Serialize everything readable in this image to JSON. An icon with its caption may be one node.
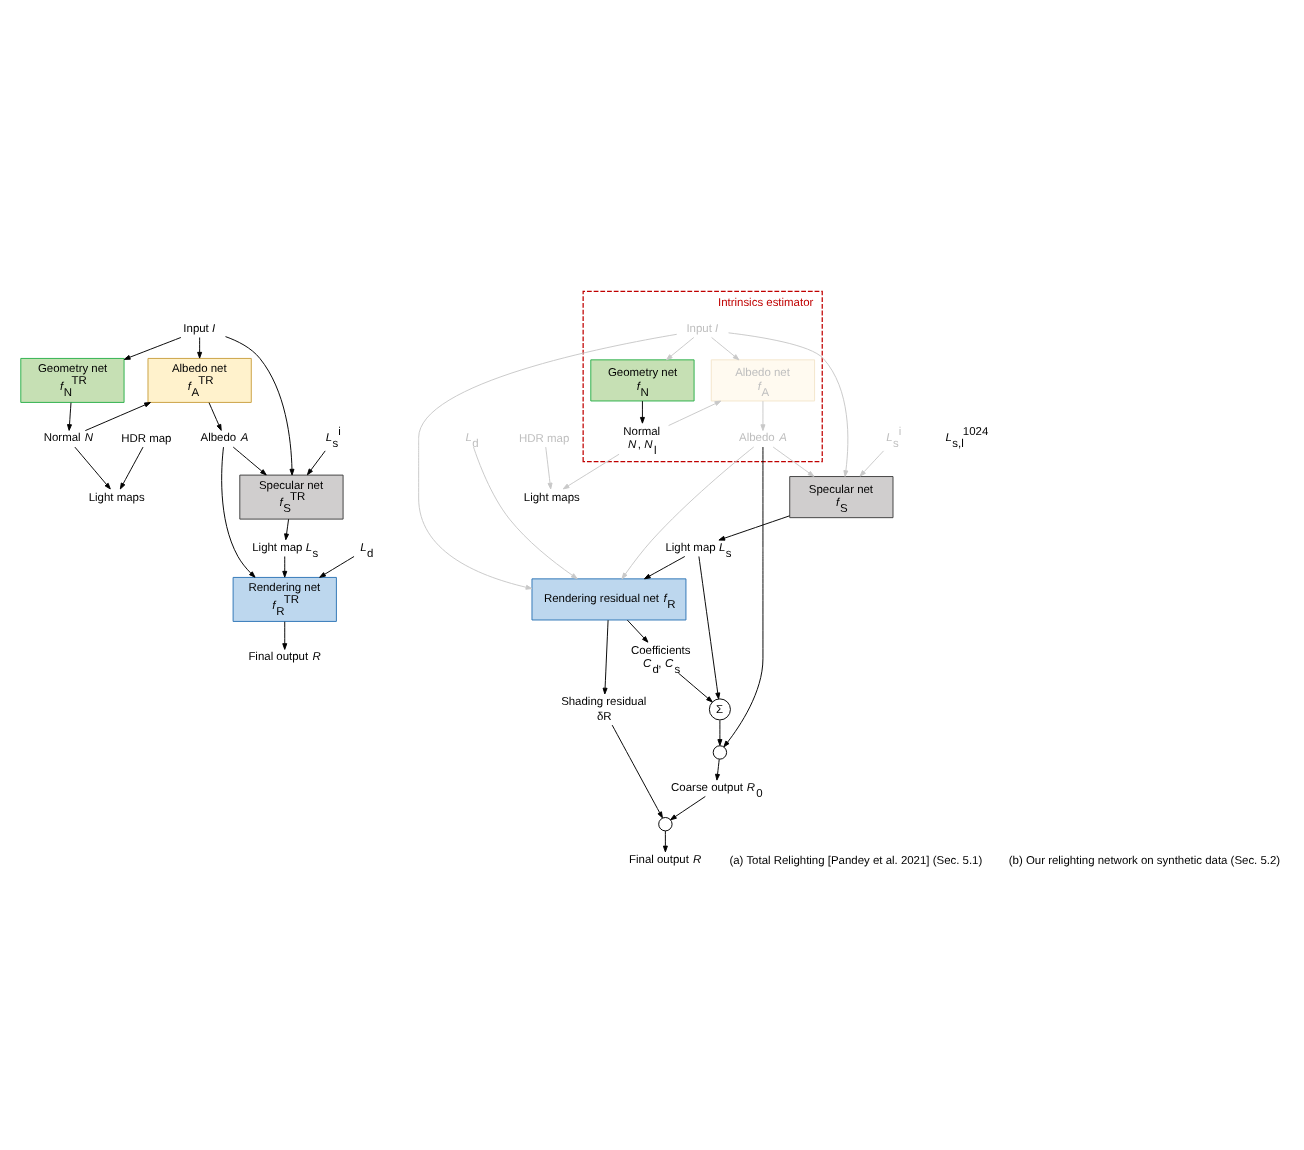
{
  "diagram": {
    "nodes": [
      {
        "text": [
          "Input *I*"
        ]
      },
      {
        "text": [
          "Geometry net",
          "*f*$_{N}$$^{TR}$"
        ]
      },
      {
        "text": [
          "Albedo net",
          "*f*$_{A}$$^{TR}$"
        ]
      },
      {
        "text": [
          "HDR map"
        ]
      },
      {
        "text": [
          "Normal *N*"
        ]
      },
      {
        "text": [
          "Albedo *A*"
        ]
      },
      {
        "text": [
          "Light maps"
        ]
      },
      {
        "text": [
          "*L*$_{d}$"
        ]
      },
      {
        "text": [
          "*L*$_{s}$$^{i}$"
        ]
      },
      {
        "text": [
          "Specular net",
          "*f*$_{S}$$^{TR}$"
        ]
      },
      {
        "text": [
          "Light map *L*$_{s}$"
        ]
      },
      {
        "text": [
          "Rendering net",
          "*f*$_{R}$$^{TR}$"
        ]
      },
      {
        "text": [
          "Final output *R*"
        ]
      },
      {
        "text": [
          "Intrinsics estimator"
        ]
      },
      {
        "text": [
          "Input *I*"
        ],
        "in": 13
      },
      {
        "text": [
          "Geometry net",
          "*f*$_{N}$"
        ],
        "in": 13
      },
      {
        "text": [
          "Albedo net",
          "*f*$_{A}$"
        ],
        "in": 13
      },
      {
        "text": [
          "HDR map"
        ]
      },
      {
        "text": [
          "Normal",
          "*N*, *N*$_{l}$"
        ],
        "in": 13
      },
      {
        "text": [
          "Albedo *A*"
        ],
        "in": 13
      },
      {
        "text": [
          "Light maps"
        ]
      },
      {
        "text": [
          "*L*$_{d}$"
        ]
      },
      {
        "text": [
          "*L*$_{s}$$^{i}$"
        ]
      },
      {
        "text": [
          "Specular net",
          "*f*$_{S}$"
        ]
      },
      {
        "text": [
          "Light map *L*$_{s}$"
        ]
      },
      {
        "text": [
          "Rendering residual net *f*$_{R}$"
        ]
      },
      {
        "text": [
          "Coefficients",
          "*C*$_{d}$, *C*$_{s}$"
        ]
      },
      {
        "text": [
          "Shading residual",
          "δR"
        ]
      },
      {
        "text": [
          "Σ"
        ]
      },
      {
        "text": [],
        "shape": "circle"
      },
      {
        "text": [
          "Coarse output *R*$_{0}$"
        ]
      },
      {
        "text": [],
        "shape": "circle"
      },
      {
        "text": [
          "Final output *R*"
        ]
      }
    ],
    "edges": [
      {
        "from": 0,
        "to": 1,
        "arrow": "to"
      },
      {
        "from": 0,
        "to": 2,
        "arrow": "to"
      },
      {
        "from": 0,
        "to": 9,
        "arrow": "to"
      },
      {
        "from": 1,
        "to": 4,
        "arrow": "to"
      },
      {
        "from": 4,
        "to": 2,
        "arrow": "to"
      },
      {
        "from": 2,
        "to": 5,
        "arrow": "to"
      },
      {
        "from": 3,
        "to": 6,
        "arrow": "to"
      },
      {
        "from": 4,
        "to": 6,
        "arrow": "to"
      },
      {
        "from": 8,
        "to": 9,
        "arrow": "to"
      },
      {
        "from": 5,
        "to": 9,
        "arrow": "to"
      },
      {
        "from": 9,
        "to": 10,
        "arrow": "to"
      },
      {
        "from": 10,
        "to": 11,
        "arrow": "to"
      },
      {
        "from": 5,
        "to": 11,
        "arrow": "to"
      },
      {
        "from": 7,
        "to": 11,
        "arrow": "to"
      },
      {
        "from": 11,
        "to": 12,
        "arrow": "to"
      },
      {
        "from": 14,
        "to": 15,
        "arrow": "to",
        "color": "#c8c8c8"
      },
      {
        "from": 14,
        "to": 16,
        "arrow": "to",
        "color": "#c8c8c8"
      },
      {
        "from": 14,
        "to": 23,
        "arrow": "to",
        "color": "#c8c8c8"
      },
      {
        "from": 14,
        "to": 25,
        "arrow": "to",
        "color": "#c8c8c8"
      },
      {
        "from": 15,
        "to": 18,
        "arrow": "to"
      },
      {
        "from": 18,
        "to": 16,
        "arrow": "to",
        "color": "#c8c8c8"
      },
      {
        "from": 16,
        "to": 19,
        "arrow": "to",
        "color": "#c8c8c8"
      },
      {
        "from": 17,
        "to": 20,
        "arrow": "to",
        "color": "#c8c8c8"
      },
      {
        "from": 18,
        "to": 20,
        "arrow": "to",
        "color": "#c8c8c8"
      },
      {
        "from": 22,
        "to": 23,
        "arrow": "to",
        "color": "#c8c8c8"
      },
      {
        "from": 19,
        "to": 23,
        "arrow": "to",
        "color": "#c8c8c8"
      },
      {
        "from": 23,
        "to": 24,
        "arrow": "to"
      },
      {
        "from": 24,
        "to": 25,
        "arrow": "to"
      },
      {
        "from": 19,
        "to": 25,
        "arrow": "to",
        "color": "#c8c8c8"
      },
      {
        "from": 21,
        "to": 25,
        "arrow": "to",
        "color": "#c8c8c8"
      },
      {
        "from": 25,
        "to": 26,
        "arrow": "to"
      },
      {
        "from": 25,
        "to": 27,
        "arrow": "to"
      },
      {
        "from": 24,
        "to": 28,
        "arrow": "to"
      },
      {
        "from": 26,
        "to": 28,
        "arrow": "to"
      },
      {
        "from": 28,
        "to": 29,
        "arrow": "to"
      },
      {
        "from": 19,
        "to": 29,
        "arrow": "to"
      },
      {
        "from": 29,
        "to": 30,
        "arrow": "to"
      },
      {
        "from": 30,
        "to": 31,
        "arrow": "to"
      },
      {
        "from": 27,
        "to": 31,
        "arrow": "to"
      },
      {
        "from": 31,
        "to": 32,
        "arrow": "to"
      }
    ],
    "labels": [
      "*L*$_{s,l}$$^{1024}$",
      "(a) Total Relighting [Pandey et al. 2021] (Sec. 5.1)",
      "(b) Our relighting network on synthetic data (Sec. 5.2)"
    ]
  }
}
